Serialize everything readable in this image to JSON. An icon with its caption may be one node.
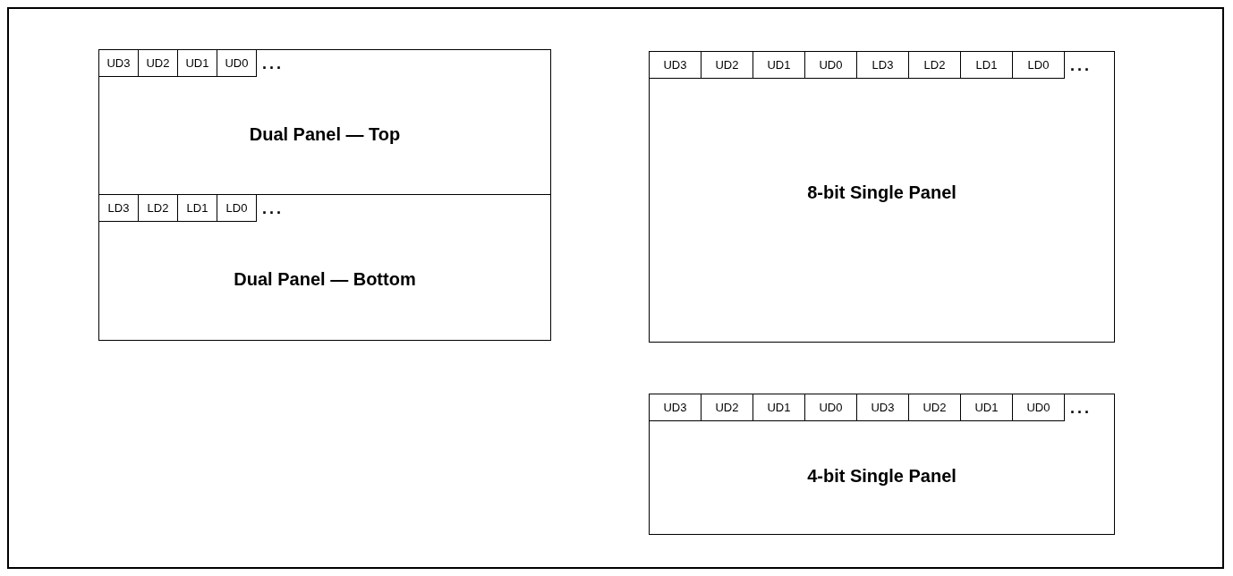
{
  "diagram": {
    "nodes": [
      {
        "text": [
          "Dual Panel — Top"
        ]
      },
      {
        "text": [
          "UD3"
        ],
        "in": 0
      },
      {
        "text": [
          "UD2"
        ],
        "in": 0
      },
      {
        "text": [
          "UD1"
        ],
        "in": 0
      },
      {
        "text": [
          "UD0"
        ],
        "in": 0
      },
      {
        "text": [
          "Dual Panel — Bottom"
        ]
      },
      {
        "text": [
          "LD3"
        ],
        "in": 5
      },
      {
        "text": [
          "LD2"
        ],
        "in": 5
      },
      {
        "text": [
          "LD1"
        ],
        "in": 5
      },
      {
        "text": [
          "LD0"
        ],
        "in": 5
      },
      {
        "text": [
          "8-bit Single Panel"
        ]
      },
      {
        "text": [
          "UD3"
        ],
        "in": 10
      },
      {
        "text": [
          "UD2"
        ],
        "in": 10
      },
      {
        "text": [
          "UD1"
        ],
        "in": 10
      },
      {
        "text": [
          "UD0"
        ],
        "in": 10
      },
      {
        "text": [
          "LD3"
        ],
        "in": 10
      },
      {
        "text": [
          "LD2"
        ],
        "in": 10
      },
      {
        "text": [
          "LD1"
        ],
        "in": 10
      },
      {
        "text": [
          "LD0"
        ],
        "in": 10
      },
      {
        "text": [
          "4-bit Single Panel"
        ]
      },
      {
        "text": [
          "UD3"
        ],
        "in": 19
      },
      {
        "text": [
          "UD2"
        ],
        "in": 19
      },
      {
        "text": [
          "UD1"
        ],
        "in": 19
      },
      {
        "text": [
          "UD0"
        ],
        "in": 19
      },
      {
        "text": [
          "UD3"
        ],
        "in": 19
      },
      {
        "text": [
          "UD2"
        ],
        "in": 19
      },
      {
        "text": [
          "UD1"
        ],
        "in": 19
      },
      {
        "text": [
          "UD0"
        ],
        "in": 19
      }
    ],
    "labels": [
      "...",
      "...",
      "...",
      "..."
    ]
  }
}
